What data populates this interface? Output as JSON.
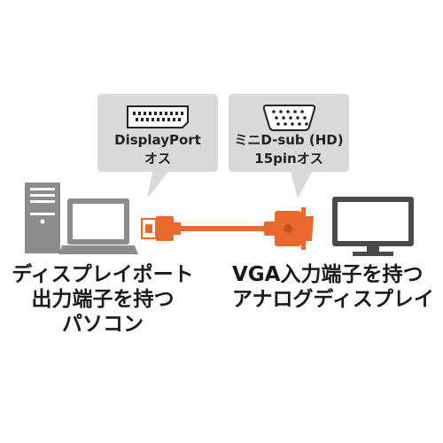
{
  "connector_callouts": {
    "displayport": {
      "line1": "DisplayPort",
      "line2": "オス"
    },
    "vga": {
      "line1": "ミニD-sub (HD)",
      "line2": "15pinオス"
    }
  },
  "captions": {
    "pc": {
      "line1": "ディスプレイポート",
      "line2": "出力端子を持つ",
      "line3": "パソコン"
    },
    "display": {
      "line1": "VGA入力端子を持つ",
      "line2": "アナログディスプレイ"
    }
  },
  "colors": {
    "cable": "#e8682d",
    "vga_connector": "#e8682d",
    "callout_bg": "#d9d9d9",
    "device_gray": "#8c8c8c",
    "screen_dark": "#4a4a4a"
  }
}
